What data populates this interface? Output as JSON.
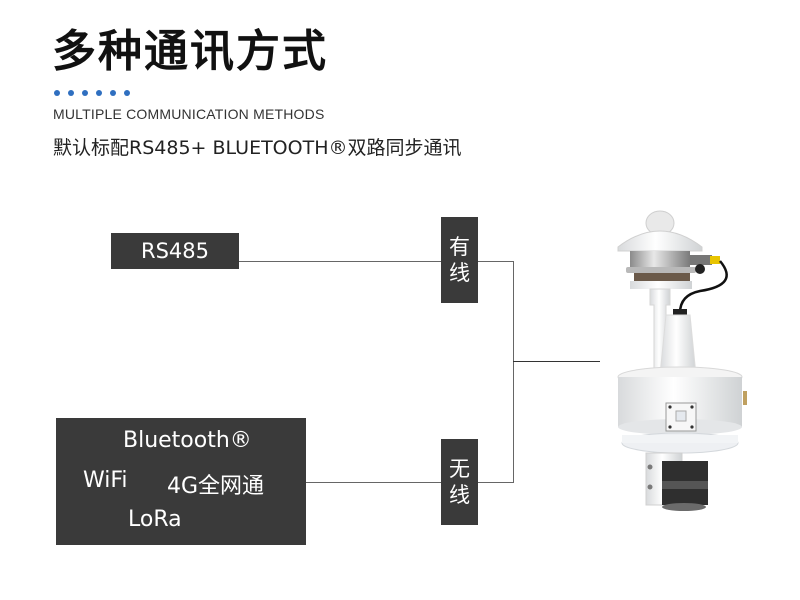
{
  "header": {
    "title": "多种通讯方式",
    "subtitle_en": "MULTIPLE COMMUNICATION METHODS",
    "subtitle_cn": "默认标配RS485+ BLUETOOTH®双路同步通讯",
    "accent_color": "#2f6fc0",
    "dot_count": 6
  },
  "diagram": {
    "wired": {
      "label_chars": [
        "有",
        "线"
      ],
      "options": [
        "RS485"
      ]
    },
    "wireless": {
      "label_chars": [
        "无",
        "线"
      ],
      "options": [
        "Bluetooth®",
        "WiFi",
        "4G全网通",
        "LoRa"
      ]
    }
  },
  "device": {
    "icon": "weather-station-icon"
  }
}
